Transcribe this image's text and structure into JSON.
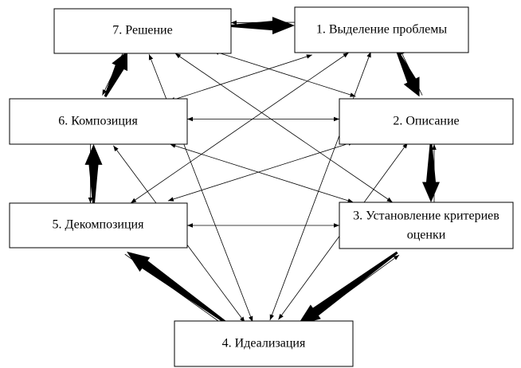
{
  "diagram": {
    "nodes": [
      {
        "id": "n1",
        "lines": [
          "1. Выделение проблемы"
        ]
      },
      {
        "id": "n2",
        "lines": [
          "2. Описание"
        ]
      },
      {
        "id": "n3",
        "lines": [
          "3. Установление критериев",
          "оценки"
        ]
      },
      {
        "id": "n4",
        "lines": [
          "4. Идеализация"
        ]
      },
      {
        "id": "n5",
        "lines": [
          "5. Декомпозиция"
        ]
      },
      {
        "id": "n6",
        "lines": [
          "6. Композиция"
        ]
      },
      {
        "id": "n7",
        "lines": [
          "7. Решение"
        ]
      }
    ],
    "main_flow": [
      {
        "from": "n7",
        "to": "n1"
      },
      {
        "from": "n1",
        "to": "n2"
      },
      {
        "from": "n2",
        "to": "n3"
      },
      {
        "from": "n3",
        "to": "n4"
      },
      {
        "from": "n4",
        "to": "n5"
      },
      {
        "from": "n5",
        "to": "n6"
      },
      {
        "from": "n6",
        "to": "n7"
      }
    ],
    "feedback_links": [
      {
        "from": "n1",
        "to": "n7"
      },
      {
        "from": "n2",
        "to": "n1"
      },
      {
        "from": "n3",
        "to": "n2"
      },
      {
        "from": "n4",
        "to": "n3"
      },
      {
        "from": "n5",
        "to": "n4"
      },
      {
        "from": "n6",
        "to": "n5"
      },
      {
        "from": "n7",
        "to": "n6"
      }
    ],
    "cross_links": [
      {
        "from": "n1",
        "to": "n6",
        "bidirectional": true
      },
      {
        "from": "n1",
        "to": "n5",
        "bidirectional": true
      },
      {
        "from": "n1",
        "to": "n4",
        "bidirectional": true
      },
      {
        "from": "n7",
        "to": "n2",
        "bidirectional": true
      },
      {
        "from": "n7",
        "to": "n3",
        "bidirectional": true
      },
      {
        "from": "n7",
        "to": "n4",
        "bidirectional": true
      },
      {
        "from": "n6",
        "to": "n2",
        "bidirectional": true
      },
      {
        "from": "n6",
        "to": "n3",
        "bidirectional": true
      },
      {
        "from": "n6",
        "to": "n4",
        "bidirectional": true
      },
      {
        "from": "n5",
        "to": "n2",
        "bidirectional": true
      },
      {
        "from": "n5",
        "to": "n3",
        "bidirectional": true
      },
      {
        "from": "n2",
        "to": "n4",
        "bidirectional": true
      }
    ]
  }
}
